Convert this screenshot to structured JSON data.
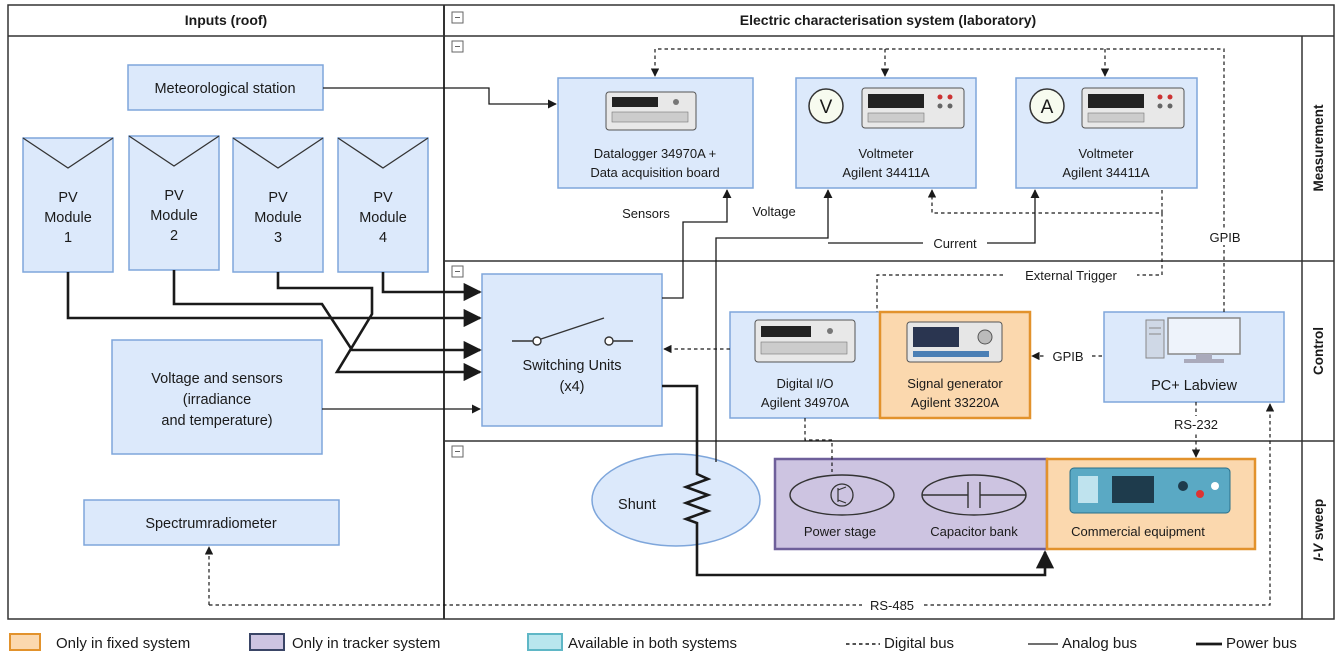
{
  "headers": {
    "inputs": "Inputs (roof)",
    "system": "Electric characterisation system (laboratory)"
  },
  "sections": {
    "measurement": "Measurement",
    "control": "Control",
    "sweep_iv": "I-V",
    "sweep_rest": " sweep"
  },
  "inputs": {
    "met_station": "Meteorological station",
    "pv_modules": [
      {
        "l1": "PV",
        "l2": "Module",
        "l3": "1"
      },
      {
        "l1": "PV",
        "l2": "Module",
        "l3": "2"
      },
      {
        "l1": "PV",
        "l2": "Module",
        "l3": "3"
      },
      {
        "l1": "PV",
        "l2": "Module",
        "l3": "4"
      }
    ],
    "voltage_sensors": {
      "l1": "Voltage and sensors",
      "l2": "(irradiance",
      "l3": "and temperature)"
    },
    "spectrum": "Spectrumradiometer"
  },
  "measurement": {
    "datalogger": {
      "l1": "Datalogger 34970A +",
      "l2": "Data acquisition board"
    },
    "voltmeter": {
      "symbol": "V",
      "l1": "Voltmeter",
      "l2": "Agilent 34411A"
    },
    "ammeter": {
      "symbol": "A",
      "l1": "Voltmeter",
      "l2": "Agilent 34411A"
    }
  },
  "control": {
    "switching": {
      "l1": "Switching Units",
      "l2": "(x4)"
    },
    "digital_io": {
      "l1": "Digital I/O",
      "l2": "Agilent 34970A"
    },
    "signal_gen": {
      "l1": "Signal generator",
      "l2": "Agilent 33220A"
    },
    "pc": "PC+ Labview"
  },
  "sweep": {
    "shunt": "Shunt",
    "power_stage": "Power stage",
    "capacitor_bank": "Capacitor bank",
    "commercial": "Commercial equipment"
  },
  "connections": {
    "sensors": "Sensors",
    "voltage": "Voltage",
    "current": "Current",
    "external_trigger": "External Trigger",
    "gpib_vertical": "GPIB",
    "gpib_horizontal": "GPIB",
    "rs232": "RS-232",
    "rs485": "RS-485"
  },
  "legend": {
    "fixed": "Only in fixed system",
    "tracker": "Only in tracker system",
    "both": "Available in both systems",
    "digital": "Digital bus",
    "analog": "Analog bus",
    "power": "Power bus"
  },
  "colors": {
    "blue_fill": "#dce9fb",
    "blue_stroke": "#7ea6db",
    "orange_fill": "#fbd8ae",
    "orange_stroke": "#e2922c",
    "purple_fill": "#cdc4e1",
    "purple_stroke": "#6e5f9a",
    "teal_fill": "#b9e6ee",
    "teal_stroke": "#5fb7c6"
  }
}
